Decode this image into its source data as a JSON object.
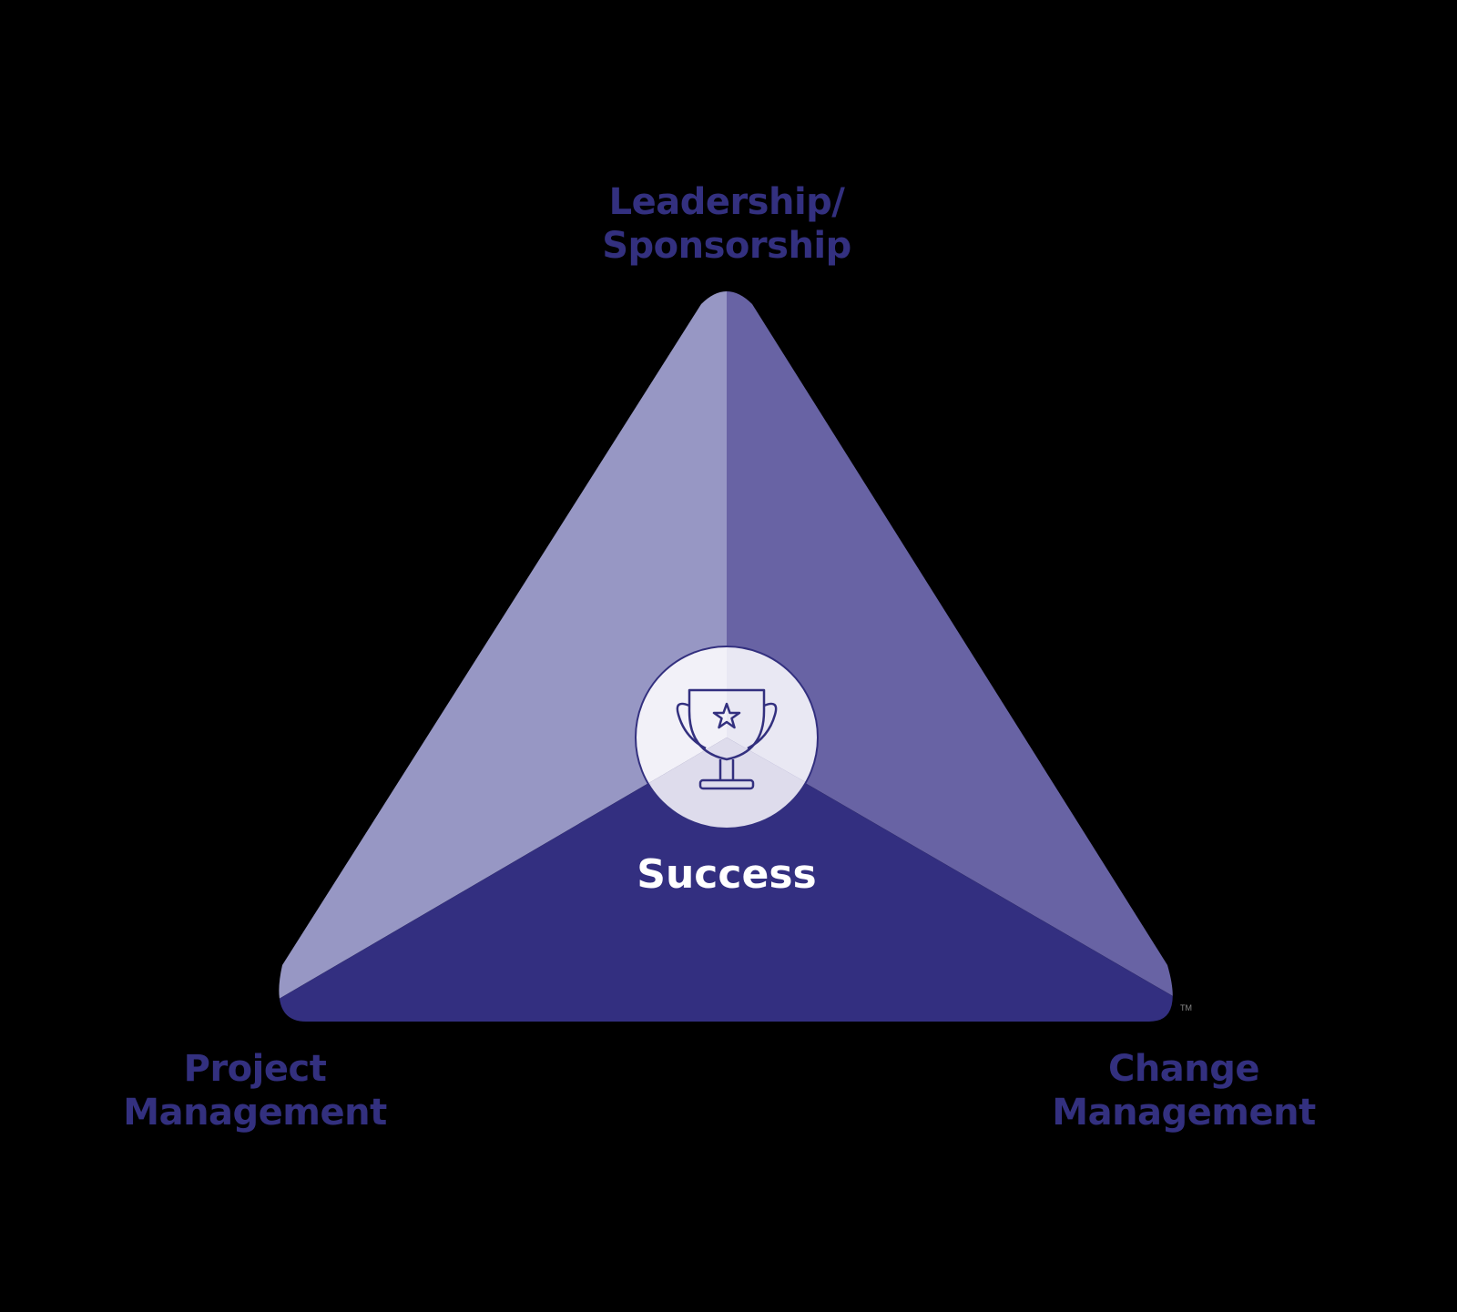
{
  "diagram": {
    "type": "triangle",
    "vertices": {
      "top": "Leadership/\nSponsorship",
      "bottom_left": "Project\nManagement",
      "bottom_right": "Change\nManagement"
    },
    "labels": {
      "top_line1": "Leadership/",
      "top_line2": "Sponsorship",
      "left_line1": "Project",
      "left_line2": "Management",
      "right_line1": "Change",
      "right_line2": "Management"
    },
    "center": {
      "label": "Success",
      "icon": "trophy-star-icon"
    },
    "trademark": "TM",
    "colors": {
      "background": "#000000",
      "left_section": "#9797c4",
      "right_section": "#6863a4",
      "bottom_section": "#332f80",
      "label_text": "#33307f",
      "center_circle": "#eeedf5",
      "icon_stroke": "#33307f",
      "center_text": "#ffffff"
    }
  }
}
